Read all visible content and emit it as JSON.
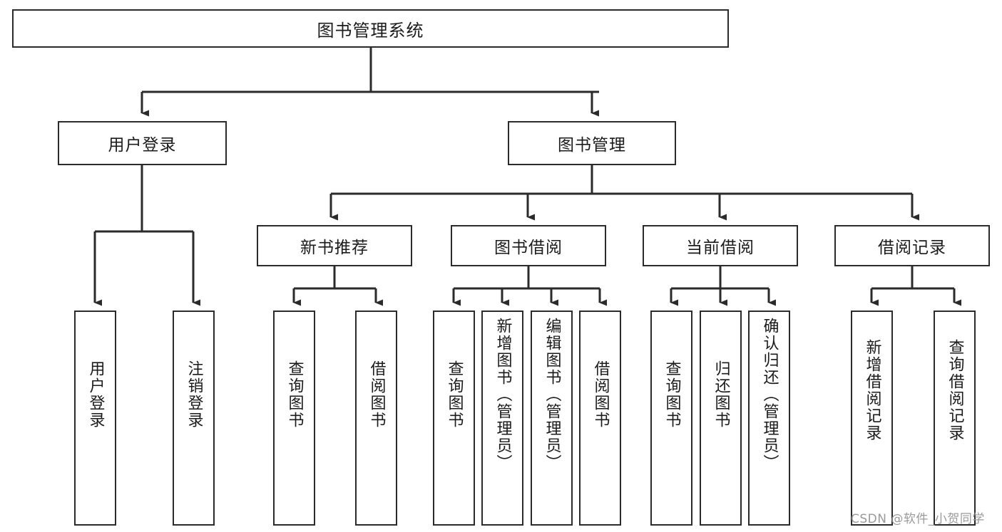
{
  "diagram": {
    "type": "tree",
    "title": "图书管理系统",
    "root": {
      "label": "图书管理系统"
    },
    "level2": [
      {
        "label": "用户登录"
      },
      {
        "label": "图书管理"
      }
    ],
    "level3": [
      {
        "label": "新书推荐"
      },
      {
        "label": "图书借阅"
      },
      {
        "label": "当前借阅"
      },
      {
        "label": "借阅记录"
      }
    ],
    "leaves": {
      "user_login": [
        {
          "label": "用户登录"
        },
        {
          "label": "注销登录"
        }
      ],
      "new_book": [
        {
          "label": "查询图书"
        },
        {
          "label": "借阅图书"
        }
      ],
      "borrow": [
        {
          "label": "查询图书"
        },
        {
          "label": "新增图书（管理员）"
        },
        {
          "label": "编辑图书（管理员）"
        },
        {
          "label": "借阅图书"
        }
      ],
      "current": [
        {
          "label": "查询图书"
        },
        {
          "label": "归还图书"
        },
        {
          "label": "确认归还（管理员）"
        }
      ],
      "records": [
        {
          "label": "新增借阅记录"
        },
        {
          "label": "查询借阅记录"
        }
      ]
    }
  },
  "watermark": {
    "text": "CSDN @软件_小贺同学"
  },
  "colors": {
    "stroke": "#2b2b2b",
    "fill": "#ffffff",
    "text": "#1b1b1b",
    "watermark": "#9a9a9a"
  }
}
